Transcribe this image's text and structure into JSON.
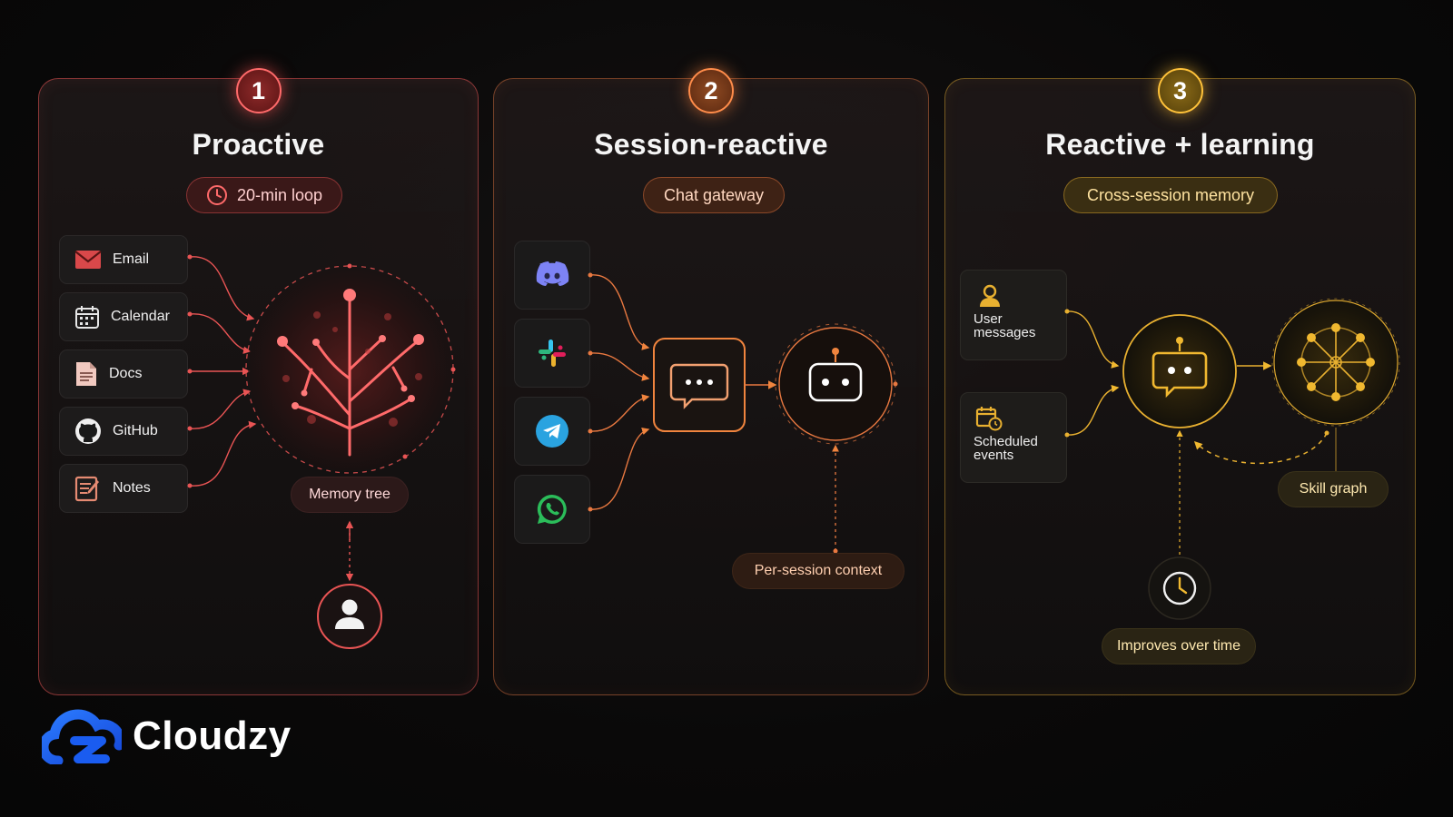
{
  "panels": [
    {
      "number": "1",
      "title": "Proactive",
      "pill": "20-min loop",
      "sources": [
        "Email",
        "Calendar",
        "Docs",
        "GitHub",
        "Notes"
      ],
      "center_label": "Memory tree"
    },
    {
      "number": "2",
      "title": "Session-reactive",
      "pill": "Chat gateway",
      "context_label": "Per-session context"
    },
    {
      "number": "3",
      "title": "Reactive + learning",
      "pill": "Cross-session memory",
      "inputs": [
        {
          "line1": "User",
          "line2": "messages"
        },
        {
          "line1": "Scheduled",
          "line2": "events"
        }
      ],
      "graph_label": "Skill graph",
      "time_label": "Improves over time"
    }
  ],
  "brand": {
    "name": "Cloudzy"
  },
  "colors": {
    "proactive": "#e85454",
    "session": "#e87840",
    "learning": "#e8b030"
  }
}
